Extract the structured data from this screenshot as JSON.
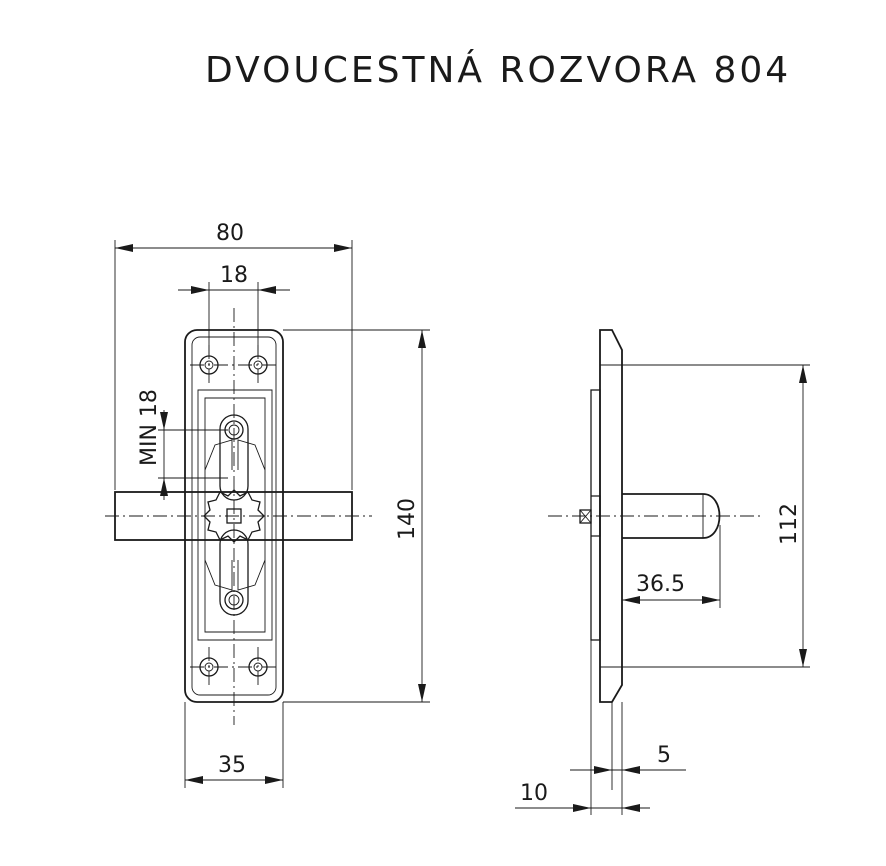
{
  "title": "DVOUCESTNÁ ROZVORA 804",
  "dimensions": {
    "width_overall": "80",
    "hole_spacing": "18",
    "min_label": "MIN 18",
    "height_plate": "140",
    "width_plate": "35",
    "height_side": "112",
    "knob_length": "36.5",
    "plate_thickness": "5",
    "total_thickness": "10"
  }
}
